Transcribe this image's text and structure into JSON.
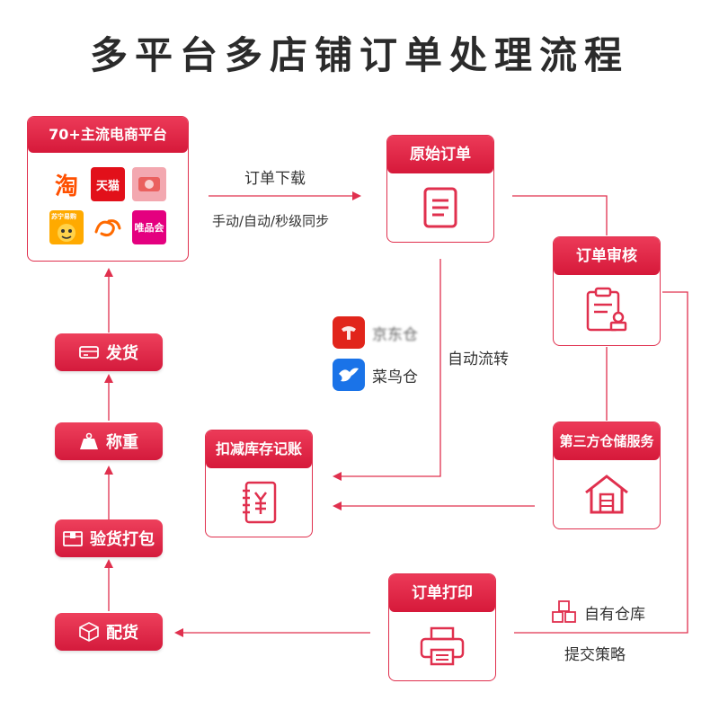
{
  "title": "多平台多店铺订单处理流程",
  "colors": {
    "accent": "#e0304e",
    "line": "#e0304e",
    "text": "#333333"
  },
  "nodes": {
    "platforms": {
      "label": "70+主流电商平台"
    },
    "original_order": {
      "label": "原始订单",
      "icon": "document-icon"
    },
    "order_review": {
      "label": "订单审核",
      "icon": "clipboard-stamp-icon"
    },
    "third_party": {
      "label": "第三方仓储服务",
      "icon": "warehouse-icon"
    },
    "inventory": {
      "label": "扣减库存记账",
      "icon": "ledger-yuan-icon"
    },
    "order_print": {
      "label": "订单打印",
      "icon": "printer-icon"
    },
    "allocate": {
      "label": "配货",
      "icon": "box-icon"
    },
    "inspect_pack": {
      "label": "验货打包",
      "icon": "package-icon"
    },
    "weigh": {
      "label": "称重",
      "icon": "weight-icon"
    },
    "ship": {
      "label": "发货",
      "icon": "truck-icon"
    }
  },
  "platform_logos": [
    {
      "name": "taobao",
      "text": "淘",
      "color": "#ff5000"
    },
    {
      "name": "tmall",
      "text": "天猫",
      "color": "#e2101a"
    },
    {
      "name": "jd",
      "text": "",
      "color": "#e1251b"
    },
    {
      "name": "suning",
      "text": "苏宁易购",
      "color": "#ffaa00"
    },
    {
      "name": "alibaba",
      "text": "",
      "color": "#ff6a00"
    },
    {
      "name": "vipshop",
      "text": "唯品会",
      "color": "#e4007f"
    }
  ],
  "edge_labels": {
    "download": "订单下载",
    "sync_modes": "手动/自动/秒级同步",
    "auto_flow": "自动流转",
    "own_warehouse": "自有仓库",
    "submit_strategy": "提交策略"
  },
  "warehouses": {
    "jd": {
      "label": "京东仓",
      "color": "#e1251b"
    },
    "cainiao": {
      "label": "菜鸟仓",
      "color": "#1a73e8"
    }
  }
}
